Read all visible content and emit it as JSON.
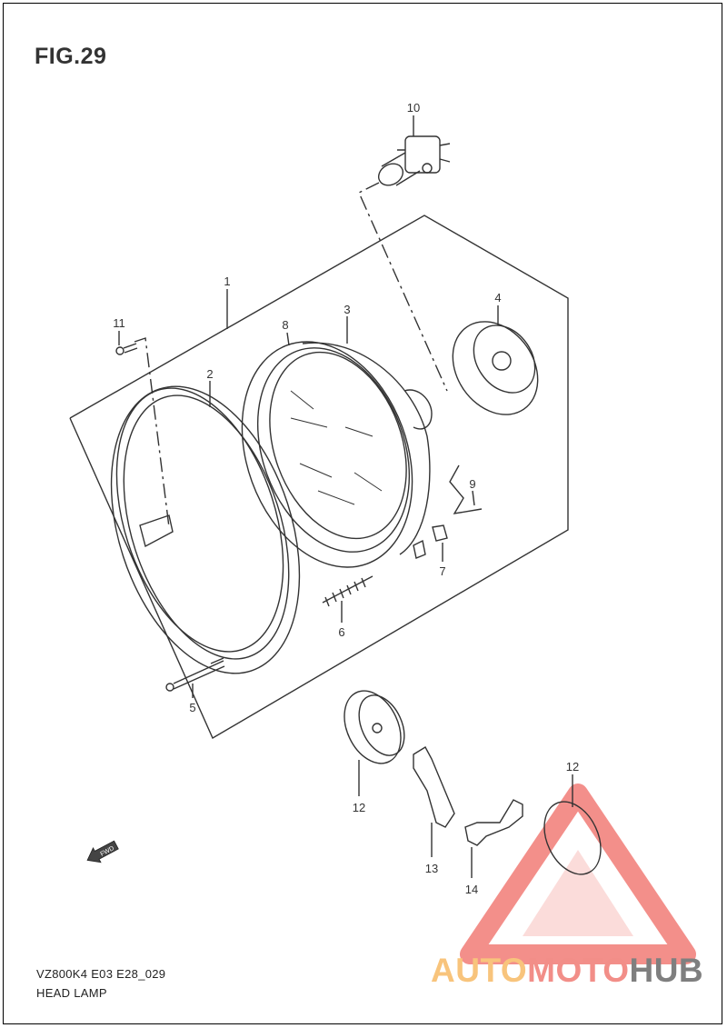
{
  "figure": {
    "title": "FIG.29",
    "model_code": "VZ800K4  E03  E28_029",
    "part_name": "HEAD LAMP"
  },
  "callouts": [
    "10",
    "1",
    "11",
    "8",
    "3",
    "4",
    "2",
    "9",
    "7",
    "6",
    "5",
    "12",
    "12",
    "13",
    "14"
  ],
  "fwd_label": "FWD",
  "watermark": {
    "part1": "AUTO",
    "part2": "MOTO",
    "part3": "HUB",
    "colors": {
      "auto": "#f8c47c",
      "moto": "#f28e88",
      "hub": "#7f7f7f",
      "triangle": "#ef6a64"
    }
  }
}
